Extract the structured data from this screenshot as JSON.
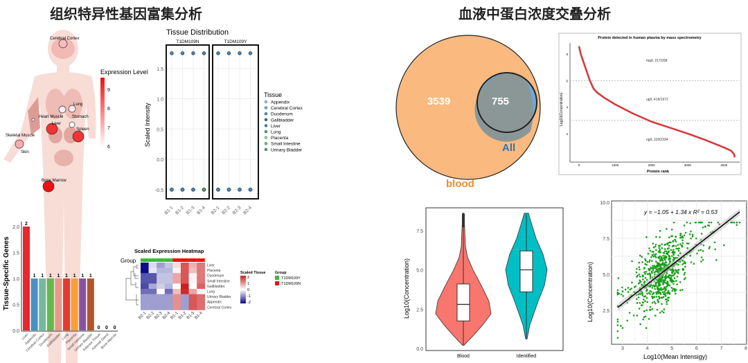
{
  "titles": {
    "left": "组织特异性基因富集分析",
    "right": "血液中蛋白浓度交叠分析"
  },
  "colors": {
    "red": "#e8262b",
    "orange": "#f7b27a",
    "teal": "#00bfc4",
    "salmon": "#f8766d",
    "green": "#1a9e1a"
  },
  "body_map": {
    "legend_title": "Expression Level",
    "legend_ticks": [
      "9",
      "8",
      "7",
      "6"
    ],
    "tissues": [
      {
        "name": "Cerebral Cortex",
        "level": 7.0
      },
      {
        "name": "Lung",
        "level": 6.3
      },
      {
        "name": "Heart Muscle",
        "level": 6.3
      },
      {
        "name": "Stomach",
        "level": 6.0
      },
      {
        "name": "Liver",
        "level": 9.0
      },
      {
        "name": "Spleen",
        "level": 9.0
      },
      {
        "name": "Skeletal Muscle",
        "level": 6.0
      },
      {
        "name": "Skin",
        "level": 7.2
      },
      {
        "name": "Bone Marrow",
        "level": 9.5
      }
    ]
  },
  "chart_data": [
    {
      "type": "scatter",
      "title": "Tissue Distribution",
      "ylabel": "Scaled Intensity",
      "ylim": [
        -0.6,
        1.85
      ],
      "y_ticks": [
        "1.5",
        "1.0",
        "0.5",
        "0.0",
        "-0.5"
      ],
      "facets": [
        {
          "name": "T1DM109N",
          "x": [
            "B1-1",
            "B1-2",
            "B1-3",
            "B1-4"
          ],
          "high": 1.75,
          "low": -0.5
        },
        {
          "name": "T1DM109Y",
          "x": [
            "B2-1",
            "B2-2",
            "B2-3",
            "B2-4"
          ],
          "high": 1.75,
          "low": -0.5
        }
      ],
      "legend_title": "Tissue",
      "legend": [
        {
          "name": "Appendix",
          "color": "#9ecae1"
        },
        {
          "name": "Cerebral Cortex",
          "color": "#6baed6"
        },
        {
          "name": "Duodenum",
          "color": "#4292c6"
        },
        {
          "name": "Gallbladder",
          "color": "#2b6a8e"
        },
        {
          "name": "Liver",
          "color": "#3b7fae"
        },
        {
          "name": "Lung",
          "color": "#5a9e8a"
        },
        {
          "name": "Placenta",
          "color": "#a1d99b"
        },
        {
          "name": "Small Intestine",
          "color": "#74c476"
        },
        {
          "name": "Urinary Bladder",
          "color": "#41ab5d"
        }
      ]
    },
    {
      "type": "bar",
      "ylabel": "Tissue-Specific Genes",
      "ylim": [
        0,
        2.1
      ],
      "y_ticks": [
        "0.0",
        "0.5",
        "1.0",
        "1.5",
        "2.0"
      ],
      "categories": [
        "Liver",
        "Appendix",
        "Cerebral Cortex",
        "Duodenum",
        "Gallbladder",
        "Lung",
        "Placenta",
        "Small Intestine",
        "Urinary Bladder",
        "Adipose Tissue",
        "Adrenal Gland",
        "Bone Marrow"
      ],
      "values": [
        2,
        1,
        1,
        1,
        1,
        1,
        1,
        1,
        1,
        0,
        0,
        0
      ],
      "value_labels": [
        "2",
        "1",
        "1",
        "1",
        "1",
        "1",
        "1",
        "1",
        "1",
        "0",
        "0",
        "0"
      ],
      "bar_colors": [
        "#e8262b",
        "#4a90c4",
        "#76b89c",
        "#62b84e",
        "#e7998a",
        "#e53a2e",
        "#f99f38",
        "#8553a4",
        "#b0562b",
        "#999",
        "#999",
        "#999"
      ]
    },
    {
      "type": "heatmap",
      "title": "Scaled Expression Heatmap",
      "group_label": "Group",
      "columns": [
        "B2-1",
        "B2-2",
        "B2-3",
        "B2-4",
        "B1-1",
        "B1-2",
        "B1-3",
        "B1-4"
      ],
      "column_groups": [
        "T1DM109Y",
        "T1DM109Y",
        "T1DM109Y",
        "T1DM109Y",
        "T1DM109N",
        "T1DM109N",
        "T1DM109N",
        "T1DM109N"
      ],
      "rows": [
        "Liver",
        "Placenta",
        "Duodenum",
        "Small Intestine",
        "Gallbladder",
        "Lung",
        "Urinary Bladder",
        "Appendix",
        "Cerebral Cortex"
      ],
      "values": [
        [
          -2,
          -0.3,
          -0.8,
          -0.5,
          0.3,
          1.5,
          0.7,
          1.2
        ],
        [
          -2,
          -0.2,
          -0.6,
          -0.6,
          0.1,
          1.5,
          0.6,
          1.2
        ],
        [
          -1.4,
          -1.4,
          -0.5,
          -0.5,
          0.8,
          1.5,
          0.1,
          1.2
        ],
        [
          -1.4,
          -1.4,
          -0.5,
          -0.5,
          0.8,
          1.5,
          0.1,
          1.2
        ],
        [
          -1.5,
          -0.7,
          -0.4,
          -0.6,
          0,
          2,
          0,
          1.4
        ],
        [
          -1.2,
          -1.2,
          0,
          -1.2,
          0.6,
          1.9,
          0.8,
          0.1
        ],
        [
          -0.8,
          -0.8,
          -0.8,
          -0.8,
          1,
          -0.8,
          1.5,
          1.3
        ],
        [
          -0.8,
          -0.8,
          -0.8,
          -0.8,
          1,
          -0.8,
          1.5,
          1.3
        ],
        [
          -0.8,
          -0.8,
          -0.8,
          -0.8,
          1,
          -0.8,
          1.5,
          1.3
        ]
      ],
      "scale_title": "Scaled Tissue",
      "scale_ticks": [
        "2",
        "1",
        "0",
        "-1",
        "-2"
      ],
      "group_legend_title": "Group",
      "group_legend": [
        {
          "name": "T1DM109Y",
          "color": "#3cb83c"
        },
        {
          "name": "T1DM109N",
          "color": "#ee1111"
        }
      ]
    },
    {
      "type": "venn",
      "sets": [
        {
          "name": "blood",
          "only": 3539,
          "color": "#f9b97f"
        },
        {
          "name": "All",
          "color": "#6fa8d6"
        }
      ],
      "intersection": 755,
      "labels": {
        "blood_only": "3539",
        "intersection": "755",
        "set_a": "blood",
        "set_b": "All"
      }
    },
    {
      "type": "line",
      "title": "Protein detected in human plasma by mass spectrometry",
      "xlabel": "Protein rank",
      "ylabel": "Log10(Concentration)",
      "x_ticks": [
        "0",
        "1000",
        "2000",
        "3000",
        "4000"
      ],
      "y_ticks": [
        "8",
        "6",
        "4",
        "2"
      ],
      "xlim": [
        -250,
        4450
      ],
      "ylim": [
        -0.2,
        9
      ],
      "thresholds": [
        6,
        3
      ],
      "annotations": [
        "mg/L 217/268",
        "ug/L 419/1672",
        "ng/L 119/2334"
      ],
      "x": [
        0,
        50,
        100,
        200,
        300,
        400,
        500,
        700,
        1000,
        1500,
        2000,
        2500,
        3000,
        3500,
        4000,
        4200,
        4280,
        4300
      ],
      "y": [
        8.6,
        8.0,
        7.6,
        6.8,
        6.0,
        5.4,
        5.1,
        4.7,
        4.2,
        3.5,
        2.9,
        2.45,
        2.0,
        1.5,
        0.95,
        0.7,
        0.45,
        0.2
      ]
    },
    {
      "type": "violin",
      "ylabel": "Log10(Concentration)",
      "y_ticks": [
        "0.0",
        "2.5",
        "5.0",
        "7.5"
      ],
      "ylim": [
        -0.1,
        8.8
      ],
      "categories": [
        "Blood",
        "Identified"
      ],
      "colors": [
        "#f8766d",
        "#00bfc4"
      ],
      "boxes": [
        {
          "min": 0.2,
          "q1": 1.75,
          "median": 2.8,
          "q3": 4.1,
          "max": 8.6
        },
        {
          "min": 0.6,
          "q1": 3.6,
          "median": 5.0,
          "q3": 6.2,
          "max": 8.6
        }
      ]
    },
    {
      "type": "scatter",
      "xlabel": "Log10(Mean Intensigy)",
      "ylabel": "Log10(Concentration)",
      "equation": "y = −1.05 + 1.34 x   R² = 0.53",
      "intercept": -1.05,
      "slope": 1.34,
      "r2": 0.53,
      "x_ticks": [
        "3",
        "4",
        "5",
        "6",
        "7",
        "8"
      ],
      "y_ticks": [
        "2.5",
        "5.0",
        "7.5",
        "10.0"
      ],
      "xlim": [
        2.55,
        8
      ],
      "ylim": [
        0,
        10.1
      ],
      "n_points": 755,
      "x_center": 4.4,
      "x_spread": 0.95,
      "residual_spread": 1.15,
      "point_color": "#1a9e1a"
    }
  ]
}
